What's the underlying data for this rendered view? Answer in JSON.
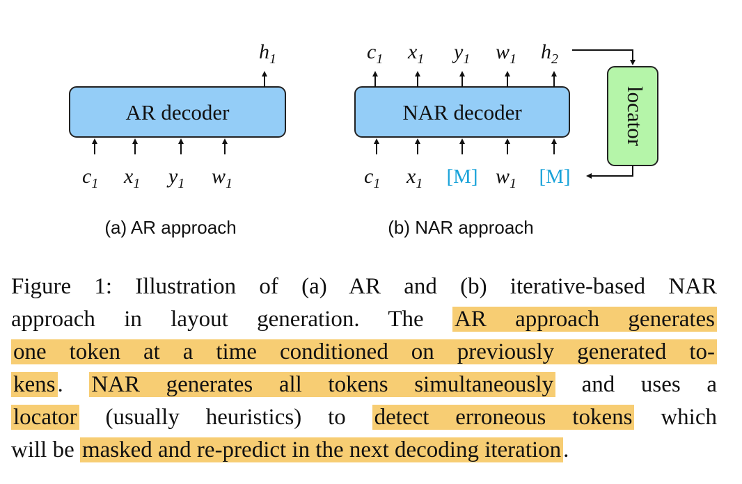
{
  "figure": {
    "ar_box_label": "AR decoder",
    "nar_box_label": "NAR decoder",
    "locator_label": "locator",
    "ar_output": {
      "base": "h",
      "sub": "1"
    },
    "ar_inputs": [
      {
        "base": "c",
        "sub": "1"
      },
      {
        "base": "x",
        "sub": "1"
      },
      {
        "base": "y",
        "sub": "1"
      },
      {
        "base": "w",
        "sub": "1"
      }
    ],
    "nar_outputs": [
      {
        "base": "c",
        "sub": "1"
      },
      {
        "base": "x",
        "sub": "1"
      },
      {
        "base": "y",
        "sub": "1"
      },
      {
        "base": "w",
        "sub": "1"
      },
      {
        "base": "h",
        "sub": "2"
      }
    ],
    "nar_inputs": [
      {
        "base": "c",
        "sub": "1",
        "mask": false
      },
      {
        "base": "x",
        "sub": "1",
        "mask": false
      },
      {
        "base": "[M]",
        "sub": "",
        "mask": true
      },
      {
        "base": "w",
        "sub": "1",
        "mask": false
      },
      {
        "base": "[M]",
        "sub": "",
        "mask": true
      }
    ],
    "subcaption_a": "(a) AR approach",
    "subcaption_b": "(b) NAR approach",
    "colors": {
      "decoder_fill": "#94cdf7",
      "locator_fill": "#b5f5a9",
      "mask_text": "#1aa3d9",
      "highlight": "#f7cd73"
    }
  },
  "caption": {
    "line1": "Figure 1: Illustration of (a) AR and (b) iterative-based NAR",
    "line2_a": "approach in layout generation. The",
    "line2_hl": "AR approach generates",
    "line3_hl": "one token at a time conditioned on previously generated to-",
    "line4_hl1": "kens",
    "line4_dot": ".",
    "line4_hl2": "NAR generates all tokens simultaneously",
    "line4_b": "and uses a",
    "line5_hl1": "locator",
    "line5_a": "(usually heuristics) to",
    "line5_hl2": "detect erroneous tokens",
    "line5_b": "which",
    "line6_a": "will be",
    "line6_hl": "masked and re-predict in the next decoding iteration",
    "line6_dot": "."
  }
}
